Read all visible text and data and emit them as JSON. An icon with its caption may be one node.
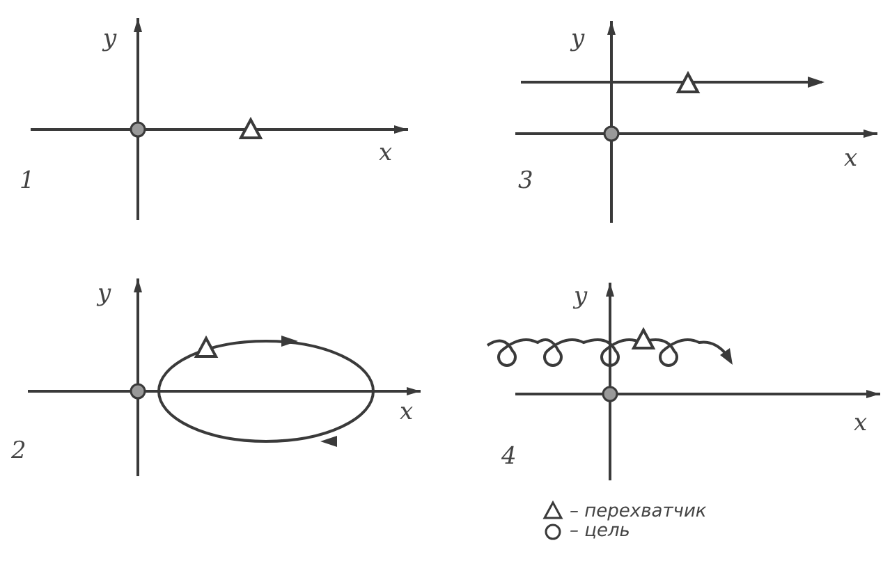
{
  "diagram": {
    "labels": [
      "y",
      "x",
      "1",
      "y",
      "x",
      "3",
      "y",
      "x",
      "2",
      "y",
      "x",
      "4"
    ],
    "legend": [
      {
        "text": "– перехватчик"
      },
      {
        "text": "– цель"
      }
    ]
  }
}
